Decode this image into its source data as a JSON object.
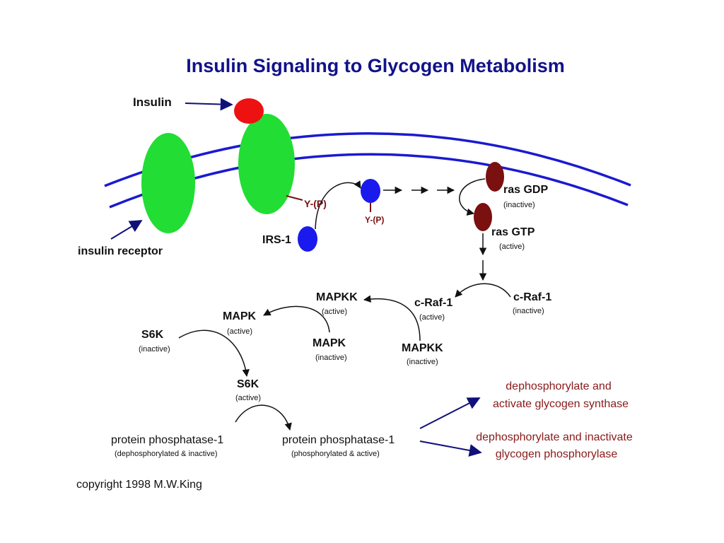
{
  "title": "Insulin Signaling to Glycogen Metabolism",
  "labels": {
    "insulin": "Insulin",
    "insulin_receptor": "insulin receptor",
    "irs1": "IRS-1",
    "y_p": "Y-(P)",
    "ras_gdp": "ras GDP",
    "ras_gtp": "ras GTP",
    "inactive": "(inactive)",
    "active": "(active)",
    "craf1": "c-Raf-1",
    "mapkk": "MAPKK",
    "mapk": "MAPK",
    "s6k": "S6K",
    "pp1": "protein phosphatase-1",
    "pp1_inactive_state": "(dephosphorylated & inactive)",
    "pp1_active_state": "(phosphorylated & active)",
    "outcome1_line1": "dephosphorylate and",
    "outcome1_line2": "activate glycogen synthase",
    "outcome2_line1": "dephosphorylate and inactivate",
    "outcome2_line2": "glycogen phosphorylase"
  },
  "copyright": "copyright 1998 M.W.King",
  "colors": {
    "title": "#12128a",
    "membrane": "#1a1ad0",
    "arrow_blue": "#10107a",
    "receptor_green": "#22dd33",
    "insulin_red": "#ee1111",
    "irs_blue": "#1a1aee",
    "ras_maroon": "#7a1010",
    "outcome_red": "#8a1a1a"
  }
}
